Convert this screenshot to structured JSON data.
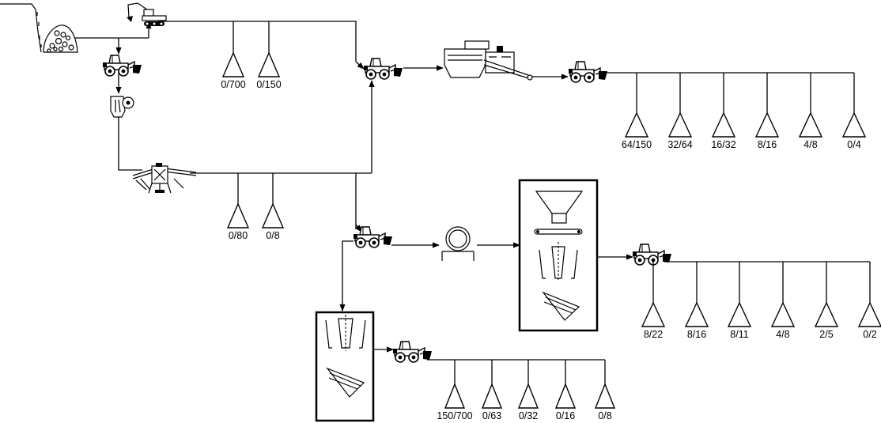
{
  "diagram": {
    "nodes": [
      {
        "id": "quarry",
        "icon": "quarry-rock-pile-icon"
      },
      {
        "id": "excavator",
        "icon": "excavator-icon"
      },
      {
        "id": "loader-1",
        "icon": "wheel-loader-icon"
      },
      {
        "id": "jaw-crusher",
        "icon": "jaw-crusher-icon"
      },
      {
        "id": "mobile-screen",
        "icon": "mobile-screen-icon"
      },
      {
        "id": "loader-2",
        "icon": "wheel-loader-icon"
      },
      {
        "id": "mobile-crusher-plant",
        "icon": "mobile-crusher-icon"
      },
      {
        "id": "loader-3",
        "icon": "wheel-loader-icon"
      },
      {
        "id": "loader-4",
        "icon": "wheel-loader-icon"
      },
      {
        "id": "mill",
        "icon": "drum-mill-icon"
      },
      {
        "id": "screening-plant",
        "icon": "hopper-crusher-screen-icon"
      },
      {
        "id": "loader-5",
        "icon": "wheel-loader-icon"
      },
      {
        "id": "crusher-screen-unit",
        "icon": "crusher-screen-icon"
      },
      {
        "id": "loader-6",
        "icon": "wheel-loader-icon"
      }
    ],
    "stockpiles": {
      "excavator_outputs": [
        "0/700",
        "0/150"
      ],
      "screen_outputs": [
        "0/80",
        "0/8"
      ],
      "plant_a_outputs": [
        "64/150",
        "32/64",
        "16/32",
        "8/16",
        "4/8",
        "0/4"
      ],
      "plant_b_outputs": [
        "8/22",
        "8/16",
        "8/11",
        "4/8",
        "2/5",
        "0/2"
      ],
      "plant_c_outputs": [
        "150/700",
        "0/63",
        "0/32",
        "0/16",
        "0/8"
      ]
    }
  }
}
